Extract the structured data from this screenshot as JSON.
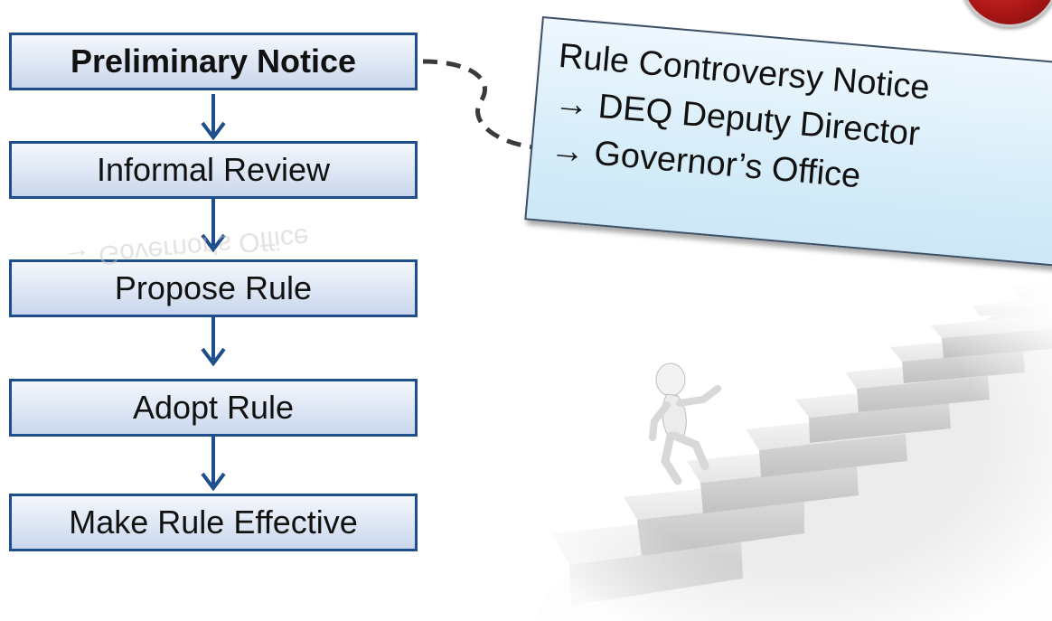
{
  "flow": {
    "steps": [
      {
        "label": "Preliminary Notice",
        "highlighted": true
      },
      {
        "label": "Informal Review"
      },
      {
        "label": "Propose Rule"
      },
      {
        "label": "Adopt Rule"
      },
      {
        "label": "Make Rule Effective"
      }
    ]
  },
  "notice": {
    "lines": [
      "Rule Controversy Notice",
      "→ DEQ Deputy Director",
      "→ Governor’s Office"
    ]
  },
  "colors": {
    "step_border": "#1f4e8c",
    "arrow": "#1f4e8c",
    "connector": "#3a3a3a",
    "notice_fill": "#d7edf9",
    "badge": "#b01818"
  },
  "icons": {
    "badge": "red-circle-icon",
    "illustration": "figure-climbing-stairs-illustration"
  }
}
